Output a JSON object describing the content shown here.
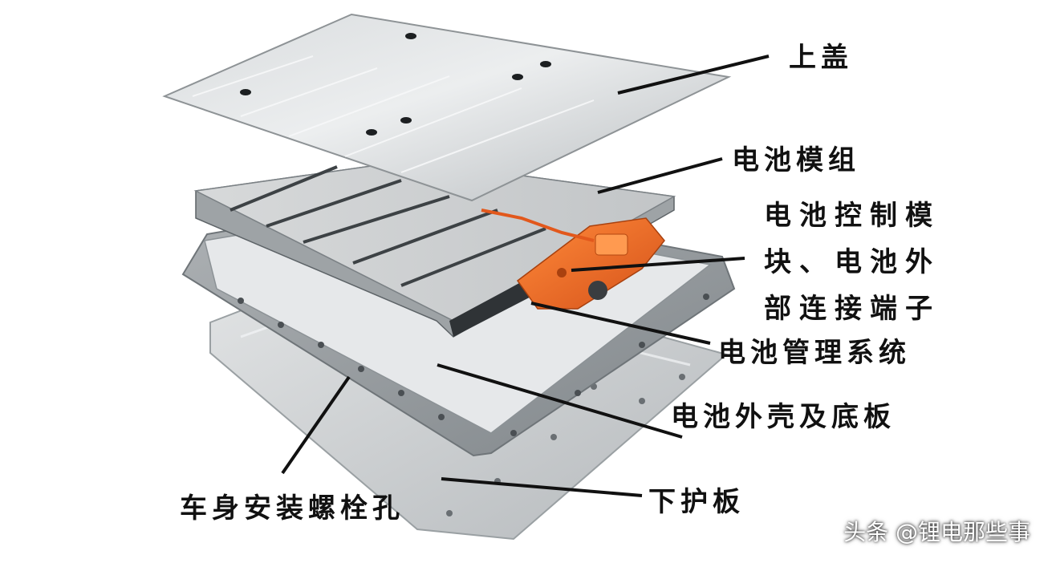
{
  "labels": {
    "top_cover": "上盖",
    "battery_module": "电池模组",
    "control_module_lines": [
      "电池控制模",
      "块、电池外",
      "部连接端子"
    ],
    "bms": "电池管理系统",
    "housing": "电池外壳及底板",
    "mount_holes": "车身安装螺栓孔",
    "lower_guard": "下护板"
  },
  "watermark": "头条 @锂电那些事",
  "colors": {
    "aluminum": "#c9ccce",
    "aluminum_dark": "#8e9396",
    "control_module": "#f06a22",
    "leader_line": "#111111"
  }
}
